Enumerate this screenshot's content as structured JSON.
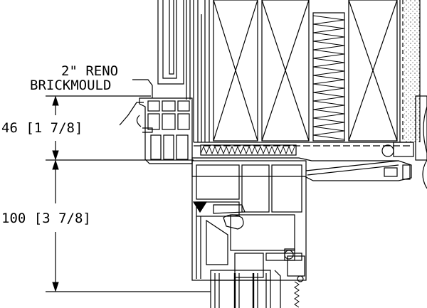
{
  "callout": {
    "line1": "2\" RENO",
    "line2": "BRICKMOULD"
  },
  "dimensions": {
    "upper": "46 [1 7/8]",
    "lower": "100 [3 7/8]"
  },
  "colors": {
    "ink": "#000000",
    "paper": "#ffffff"
  }
}
